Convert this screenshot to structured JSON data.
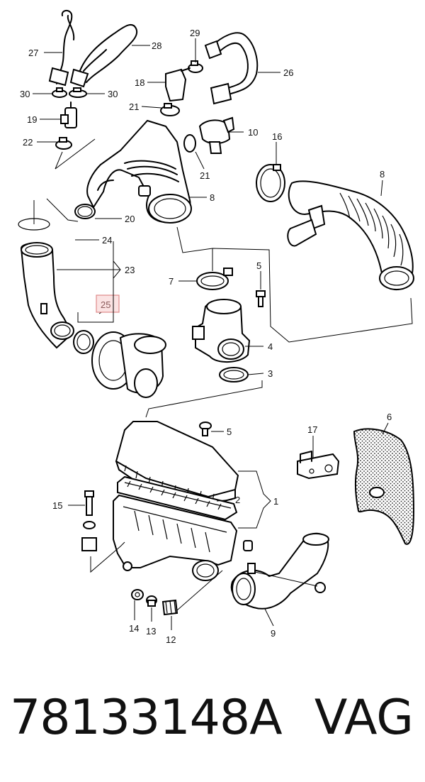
{
  "diagram": {
    "callouts": [
      {
        "id": "c27",
        "text": "27"
      },
      {
        "id": "c28",
        "text": "28"
      },
      {
        "id": "c29",
        "text": "29"
      },
      {
        "id": "c26",
        "text": "26"
      },
      {
        "id": "c18",
        "text": "18"
      },
      {
        "id": "c30a",
        "text": "30"
      },
      {
        "id": "c30b",
        "text": "30"
      },
      {
        "id": "c21a",
        "text": "21"
      },
      {
        "id": "c19",
        "text": "19"
      },
      {
        "id": "c10",
        "text": "10"
      },
      {
        "id": "c22",
        "text": "22"
      },
      {
        "id": "c16",
        "text": "16"
      },
      {
        "id": "c21b",
        "text": "21"
      },
      {
        "id": "c8a",
        "text": "8"
      },
      {
        "id": "c8b",
        "text": "8"
      },
      {
        "id": "c20",
        "text": "20"
      },
      {
        "id": "c24",
        "text": "24"
      },
      {
        "id": "c23",
        "text": "23"
      },
      {
        "id": "c7",
        "text": "7"
      },
      {
        "id": "c5a",
        "text": "5"
      },
      {
        "id": "c25",
        "text": "25"
      },
      {
        "id": "c4",
        "text": "4"
      },
      {
        "id": "c3",
        "text": "3"
      },
      {
        "id": "c6",
        "text": "6"
      },
      {
        "id": "c5b",
        "text": "5"
      },
      {
        "id": "c17",
        "text": "17"
      },
      {
        "id": "c15",
        "text": "15"
      },
      {
        "id": "c2",
        "text": "2"
      },
      {
        "id": "c1",
        "text": "1"
      },
      {
        "id": "c9",
        "text": "9"
      },
      {
        "id": "c14",
        "text": "14"
      },
      {
        "id": "c13",
        "text": "13"
      },
      {
        "id": "c12",
        "text": "12"
      }
    ],
    "highlighted": "25"
  },
  "footer": {
    "part_number": "78133148A",
    "brand": "VAG"
  },
  "colors": {
    "line": "#000000",
    "highlight_fill": "#fbe3e3",
    "highlight_stroke": "#e08a8a"
  }
}
